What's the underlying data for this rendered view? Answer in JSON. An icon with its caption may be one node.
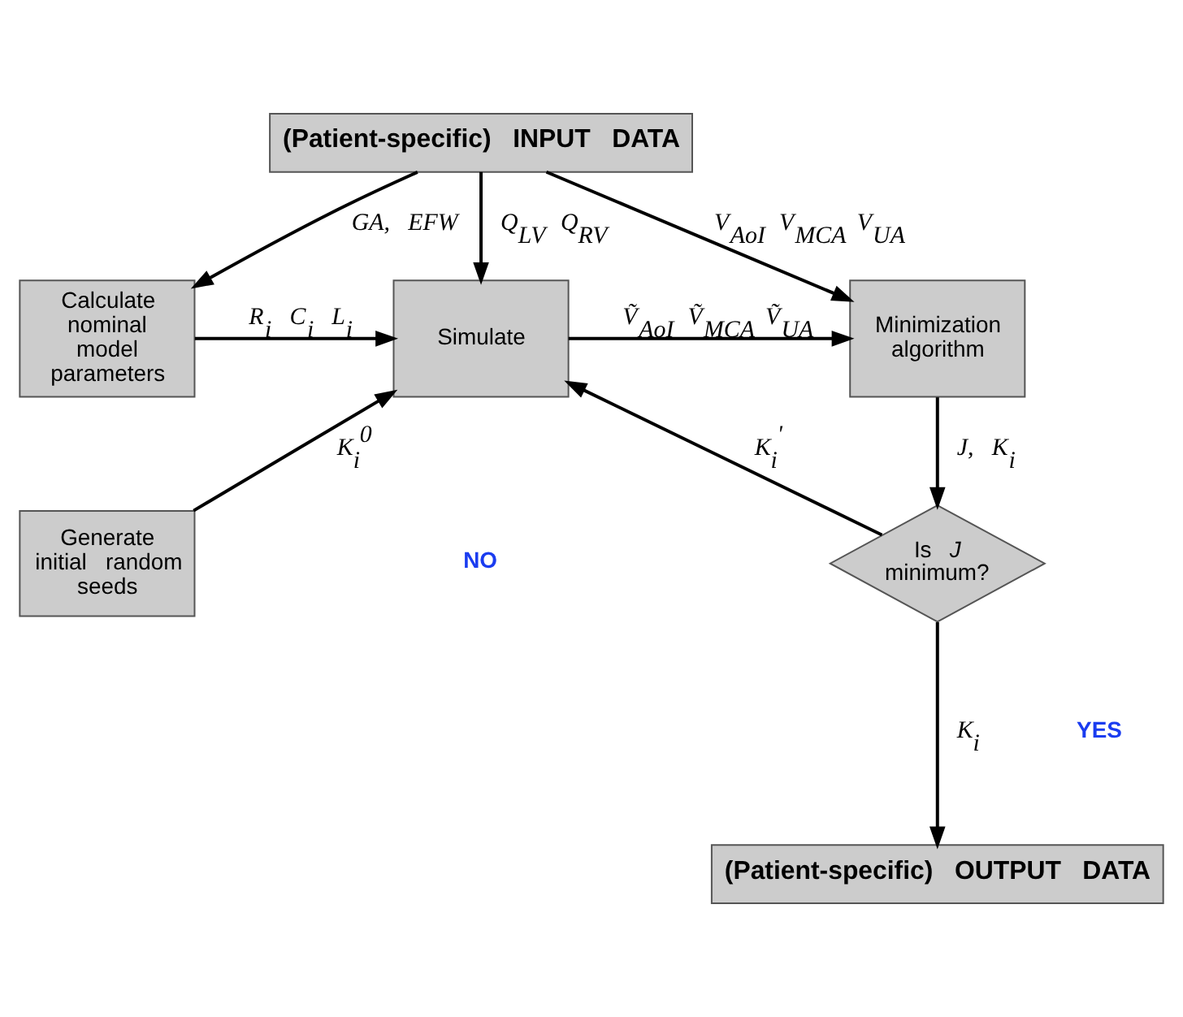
{
  "diagram": {
    "nodes": [
      {
        "text": [
          "(Patient-specific) INPUT DATA"
        ]
      },
      {
        "text": [
          "Calculate nominal model parameters"
        ]
      },
      {
        "text": [
          "Simulate"
        ]
      },
      {
        "text": [
          "Minimization algorithm"
        ]
      },
      {
        "text": [
          "Generate initial random seeds"
        ]
      },
      {
        "text": [
          "Is *J* minimum?"
        ]
      },
      {
        "text": [
          "(Patient-specific) OUTPUT DATA"
        ]
      }
    ],
    "edges": [
      {
        "from": 0,
        "to": 1,
        "arrow": "to",
        "label": "GA, EFW"
      },
      {
        "from": 0,
        "to": 2,
        "arrow": "to",
        "label": "Q$_{LV}$ Q$_{RV}$"
      },
      {
        "from": 0,
        "to": 3,
        "arrow": "to",
        "label": "V$_{AoI}$ V$_{MCA}$ V$_{UA}$"
      },
      {
        "from": 1,
        "to": 2,
        "arrow": "to",
        "label": "R$_{i}$ C$_{i}$ L$_{i}$"
      },
      {
        "from": 4,
        "to": 2,
        "arrow": "to",
        "label": "K$_{i}$$^{0}$"
      },
      {
        "from": 2,
        "to": 3,
        "arrow": "to",
        "label": "Ṽ$_{AoI}$ Ṽ$_{MCA}$ Ṽ$_{UA}$"
      },
      {
        "from": 3,
        "to": 5,
        "arrow": "to",
        "label": "J, K$_{i}$"
      },
      {
        "from": 5,
        "to": 2,
        "arrow": "to",
        "label": "K$_{i}$$^{'}$"
      },
      {
        "from": 5,
        "to": 6,
        "arrow": "to",
        "label": "K$_{i}$"
      }
    ],
    "labels": [
      "NO",
      "YES"
    ]
  }
}
